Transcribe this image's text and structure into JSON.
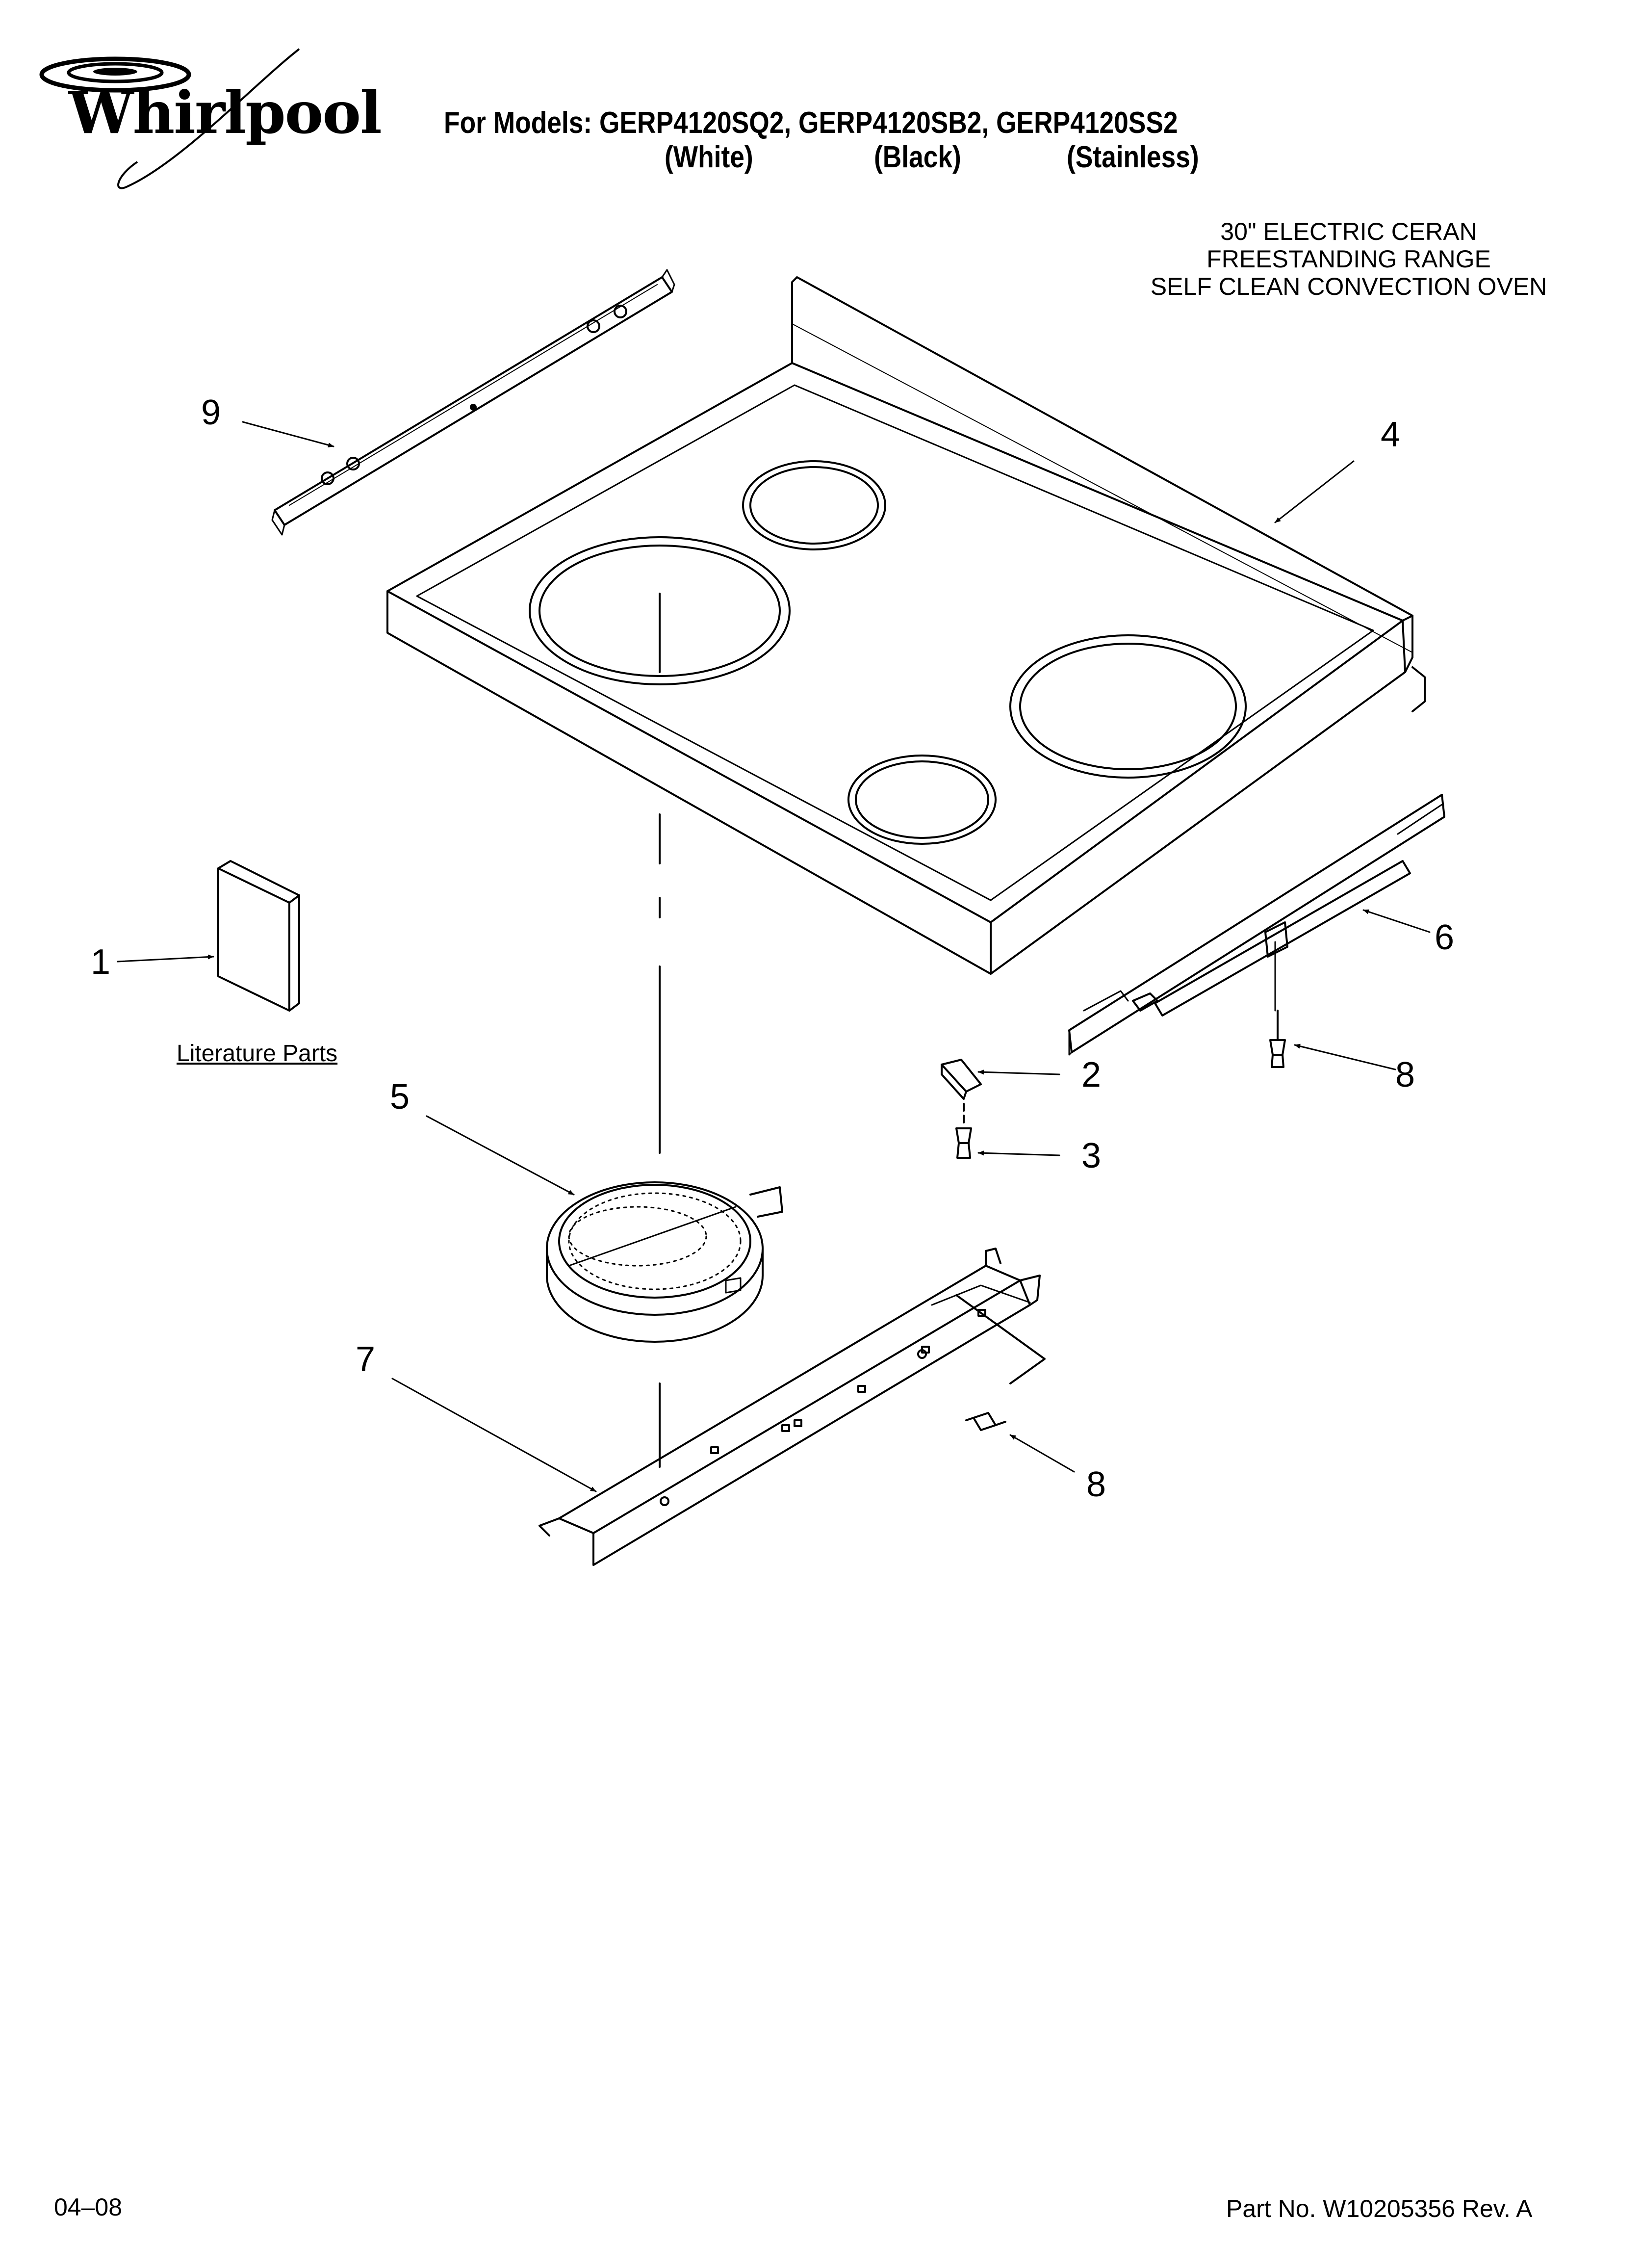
{
  "brand": {
    "name": "Whirlpool"
  },
  "header": {
    "models_line": "For Models: GERP4120SQ2, GERP4120SB2, GERP4120SS2",
    "colors": [
      "(White)",
      "(Black)",
      "(Stainless)"
    ]
  },
  "description": [
    "30\" ELECTRIC CERAN",
    "FREESTANDING RANGE",
    "SELF CLEAN CONVECTION OVEN"
  ],
  "callouts": [
    "9",
    "4",
    "1",
    "6",
    "8",
    "2",
    "3",
    "5",
    "8",
    "7"
  ],
  "literature_label": "Literature Parts",
  "footer": {
    "date": "04–08",
    "part_no": "Part No. W10205356 Rev. A"
  }
}
